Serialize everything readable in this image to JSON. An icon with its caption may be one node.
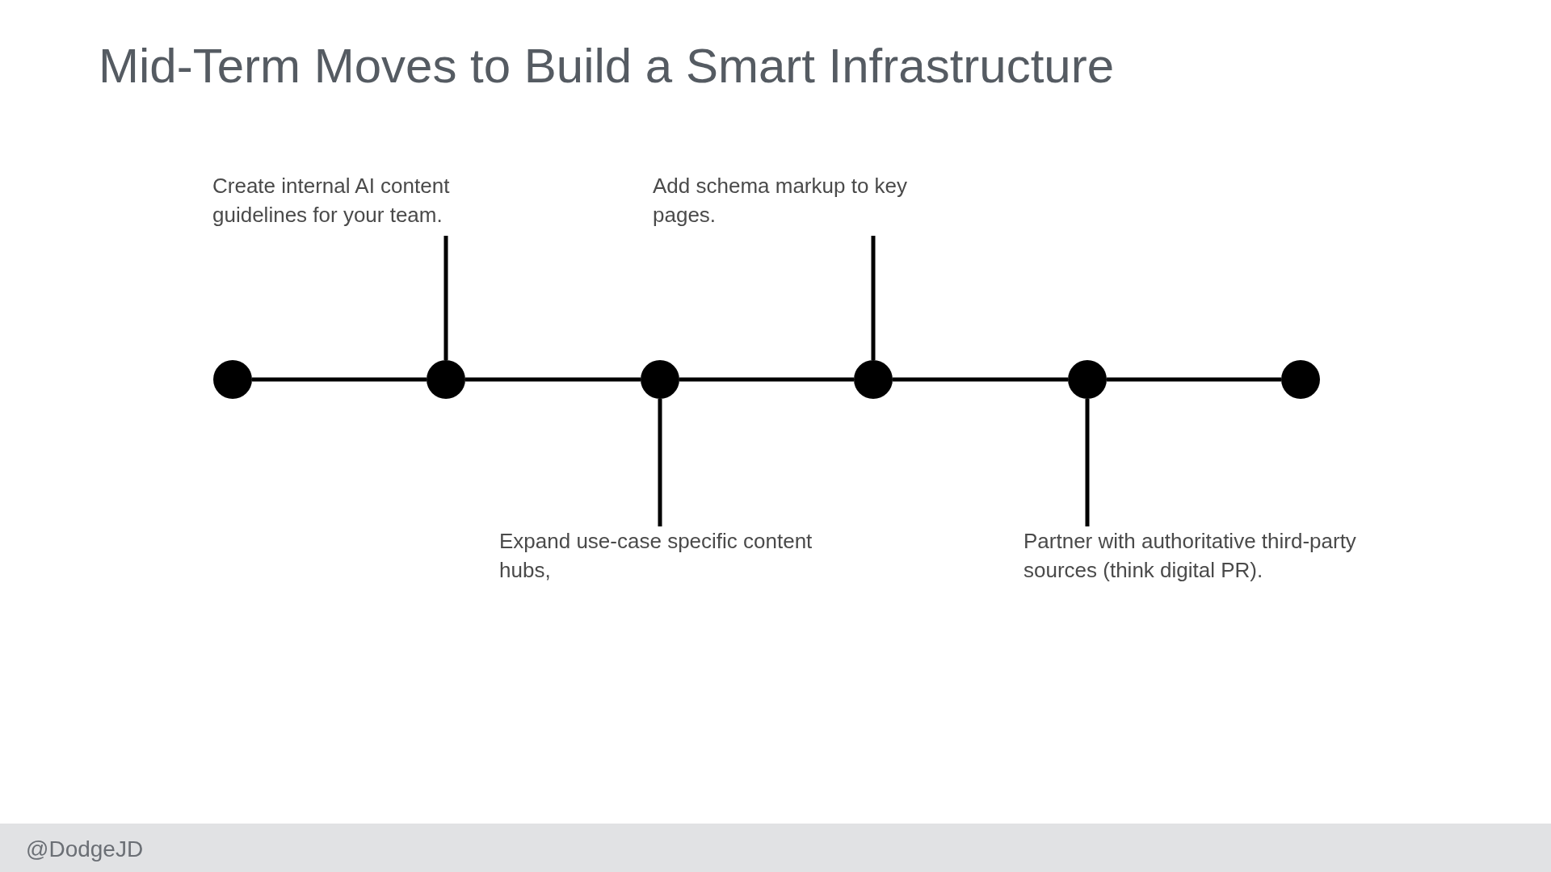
{
  "diagram": {
    "title": "Mid-Term Moves to Build a Smart Infrastructure",
    "nodes": [
      {
        "text": [
          "Create internal AI content guidelines for your team."
        ]
      },
      {
        "text": [
          "Add schema markup to key pages."
        ]
      },
      {
        "text": [],
        "shape": "circle"
      },
      {
        "text": [],
        "shape": "circle"
      },
      {
        "text": [],
        "shape": "circle"
      },
      {
        "text": [],
        "shape": "circle"
      },
      {
        "text": [],
        "shape": "circle"
      },
      {
        "text": [],
        "shape": "circle"
      },
      {
        "text": [
          "Expand use-case specific content hubs,"
        ]
      },
      {
        "text": [
          "Partner with authoritative third-party sources (think digital PR)."
        ]
      }
    ],
    "edges": [
      {
        "from": 2,
        "to": 3,
        "arrow": "none"
      },
      {
        "from": 3,
        "to": 4,
        "arrow": "none"
      },
      {
        "from": 4,
        "to": 5,
        "arrow": "none"
      },
      {
        "from": 5,
        "to": 6,
        "arrow": "none"
      },
      {
        "from": 6,
        "to": 7,
        "arrow": "none"
      },
      {
        "from": 0,
        "to": 3,
        "arrow": "none"
      },
      {
        "from": 1,
        "to": 5,
        "arrow": "none"
      },
      {
        "from": 8,
        "to": 4,
        "arrow": "none"
      },
      {
        "from": 9,
        "to": 6,
        "arrow": "none"
      }
    ],
    "labels": [
      "@DodgeJD"
    ]
  }
}
